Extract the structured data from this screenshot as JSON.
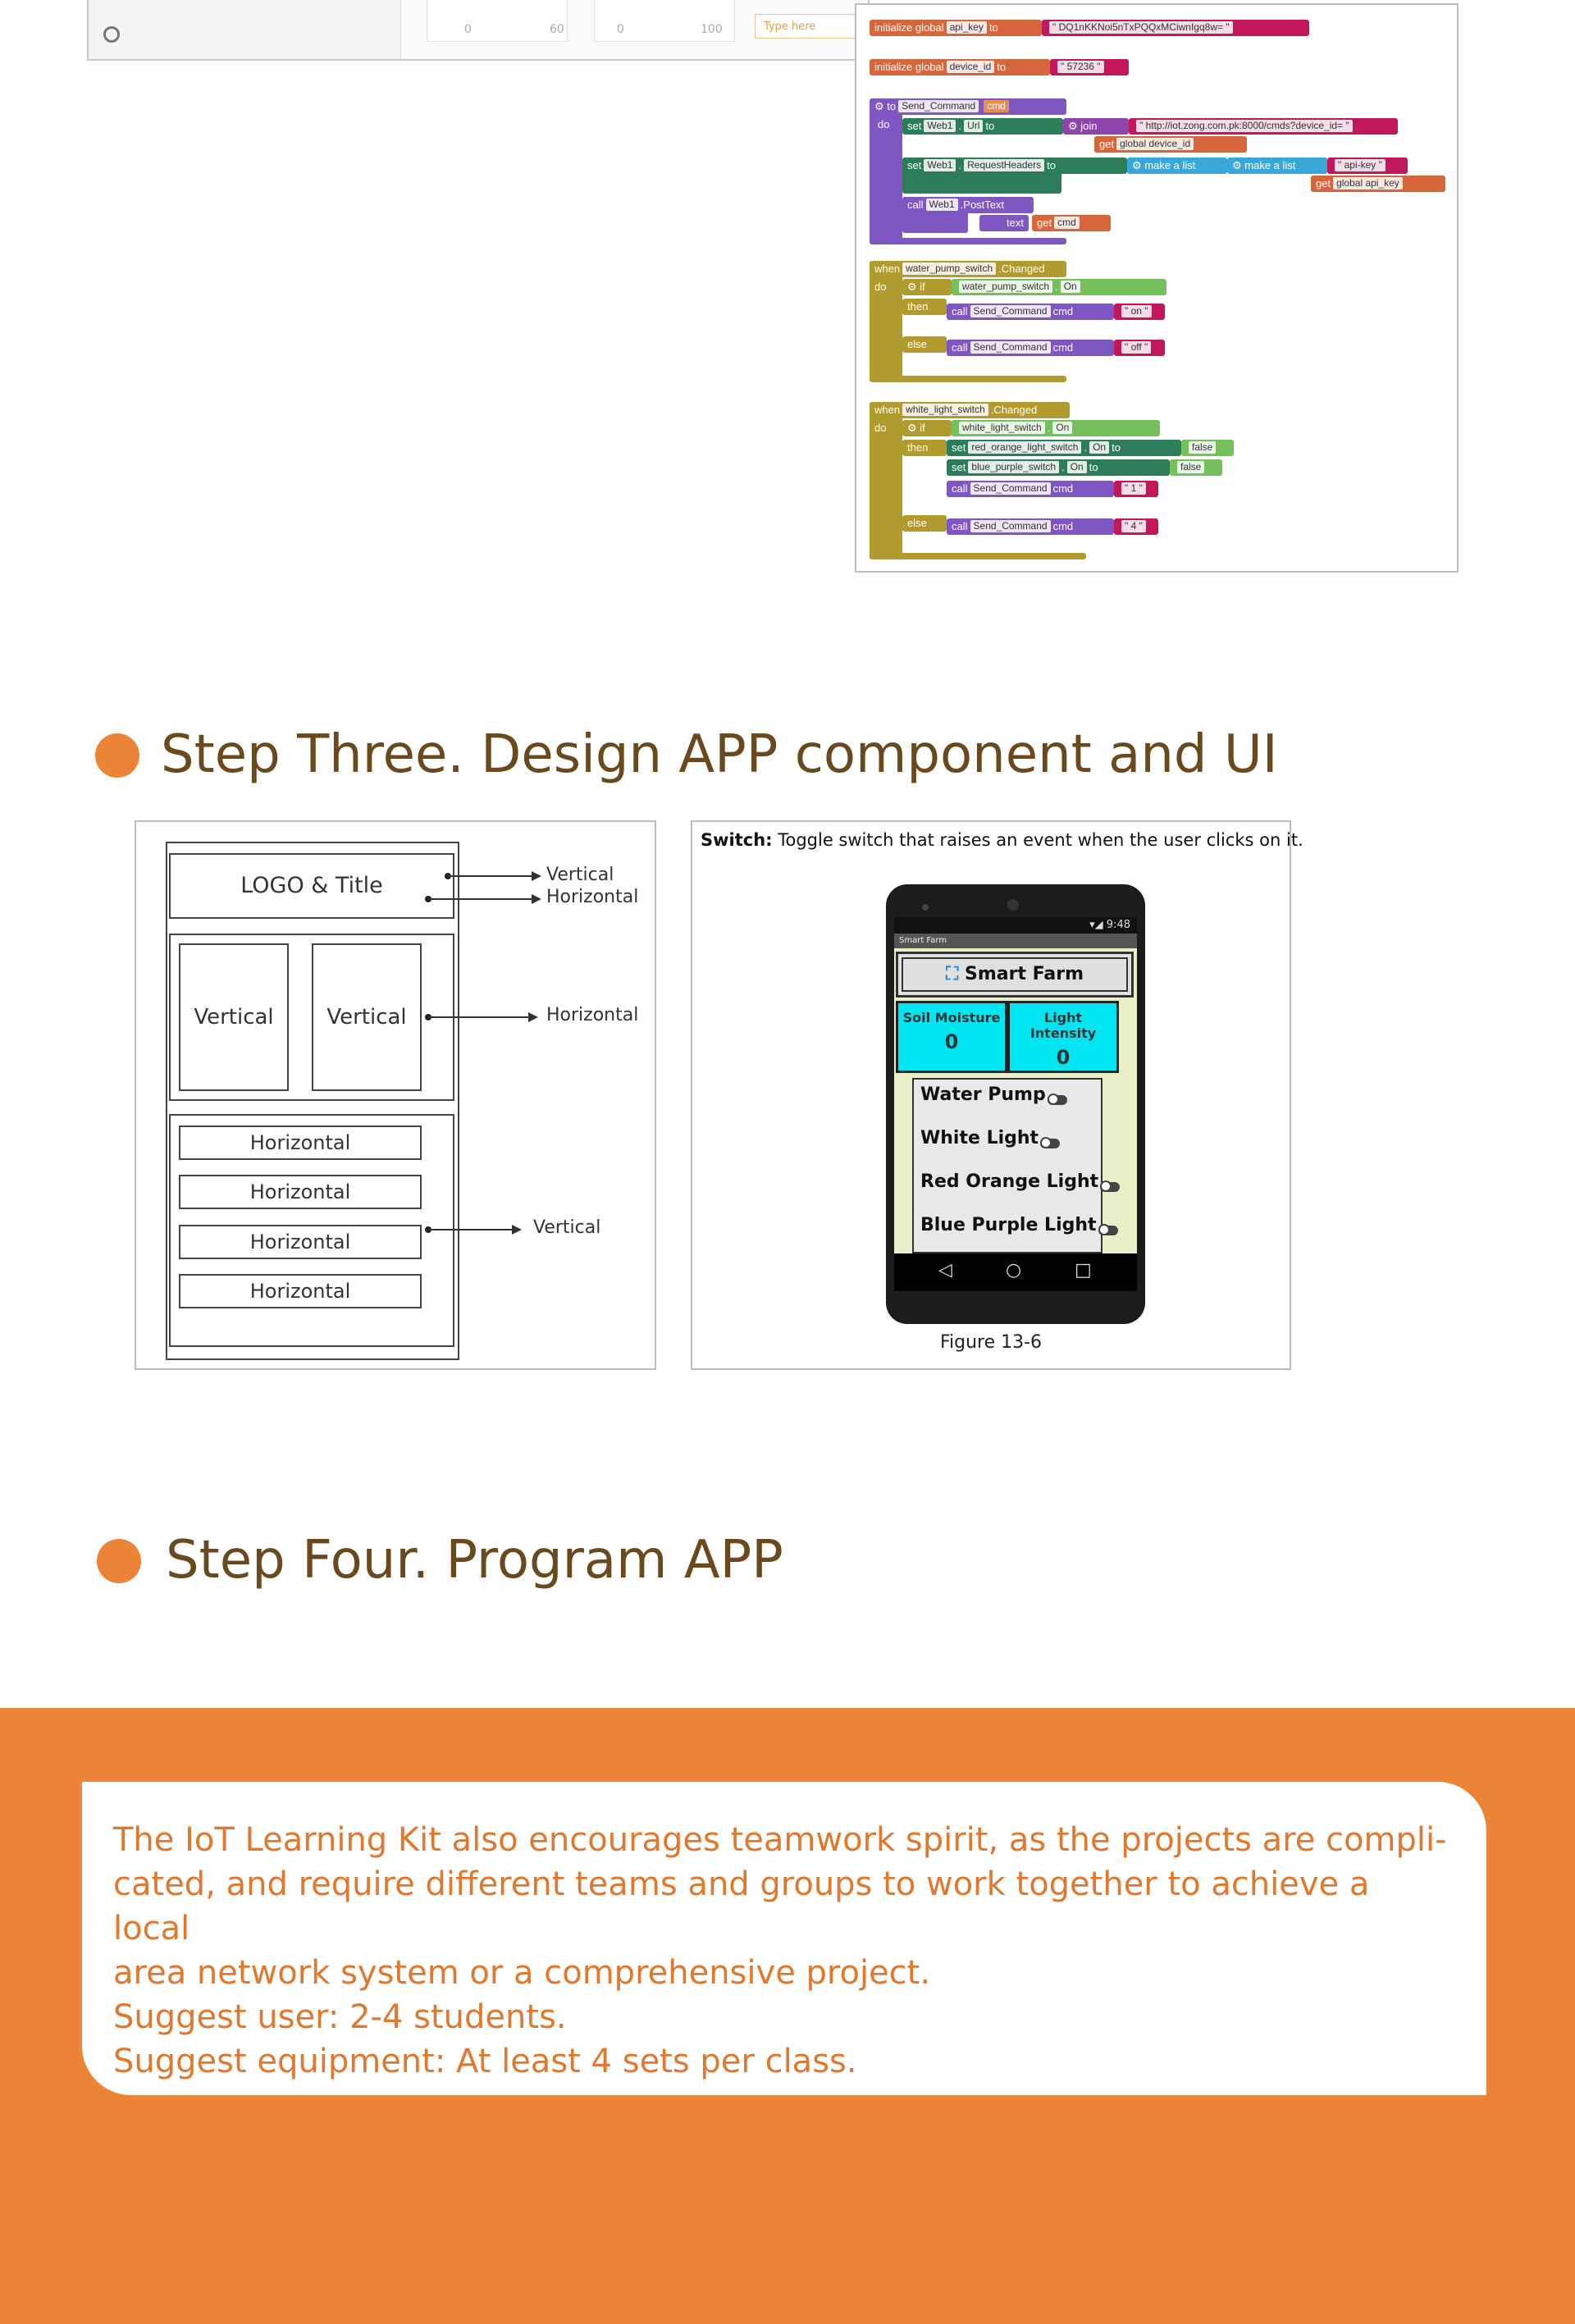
{
  "top_panel": {
    "ticks": [
      "0",
      "60",
      "0",
      "100"
    ],
    "input_placeholder": "Type here"
  },
  "blocks": {
    "init_api": {
      "prefix": "initialize global",
      "var": "api_key",
      "to": "to",
      "value": "\" DQ1nKKNoi5nTxPQQxMCiwnIgq8w= \""
    },
    "init_device": {
      "prefix": "initialize global",
      "var": "device_id",
      "to": "to",
      "value": "\" 57236 \""
    },
    "procedure": {
      "to": "to",
      "name": "Send_Command",
      "param": "cmd",
      "do": "do",
      "set1": {
        "set": "set",
        "comp": "Web1",
        "prop": "Url",
        "to": "to",
        "join": "join",
        "url": "\" http://iot.zong.com.pk:8000/cmds?device_id= \"",
        "get": "get",
        "getvar": "global device_id"
      },
      "set2": {
        "set": "set",
        "comp": "Web1",
        "prop": "RequestHeaders",
        "to": "to",
        "make_list": "make a list",
        "key": "\" api-key \"",
        "get": "get",
        "getvar": "global api_key"
      },
      "call": {
        "call": "call",
        "comp": "Web1",
        "method": ".PostText",
        "text": "text",
        "get": "get",
        "getvar": "cmd"
      }
    },
    "event1": {
      "when": "when",
      "comp": "water_pump_switch",
      "event": ".Changed",
      "do": "do",
      "if": "if",
      "cond_prop": "On",
      "then": "then",
      "else": "else",
      "call": "call",
      "proc": "Send_Command",
      "cmd": "cmd",
      "on": "\" on \"",
      "off": "\" off \""
    },
    "event2": {
      "when": "when",
      "comp": "white_light_switch",
      "event": ".Changed",
      "do": "do",
      "if": "if",
      "cond_prop": "On",
      "then": "then",
      "else": "else",
      "set": "set",
      "set_a": "red_orange_light_switch",
      "set_b": "blue_purple_switch",
      "prop": "On",
      "to": "to",
      "false": "false",
      "call": "call",
      "proc": "Send_Command",
      "cmd": "cmd",
      "v1": "\" 1 \"",
      "v4": "\" 4 \""
    }
  },
  "step_three": {
    "title": "Step Three. Design APP component and UI"
  },
  "layout_diagram": {
    "logo_title": "LOGO & Title",
    "vertical": "Vertical",
    "horizontal": "Horizontal",
    "annot_vertical": "Vertical",
    "annot_horizontal": "Horizontal"
  },
  "phone_panel": {
    "caption_bold": "Switch:",
    "caption_text": " Toggle switch that raises an event when the user clicks on it.",
    "status_time": "9:48",
    "app_bar": "Smart Farm",
    "app_title": "Smart Farm",
    "soil_label": "Soil Moisture",
    "soil_value": "0",
    "light_label": "Light Intensity",
    "light_value": "0",
    "switches": [
      "Water Pump",
      "White Light",
      "Red Orange Light",
      "Blue Purple Light"
    ],
    "figure_caption": "Figure 13-6"
  },
  "step_four": {
    "title": "Step Four. Program APP"
  },
  "info": {
    "line1": "The IoT Learning Kit also encourages teamwork spirit, as the projects are compli-",
    "line2": "cated, and require different teams and groups to work together to achieve a local",
    "line3": "area network system or a comprehensive project.",
    "line4": "Suggest user: 2-4 students.",
    "line5": "Suggest equipment: At least 4 sets per class."
  }
}
